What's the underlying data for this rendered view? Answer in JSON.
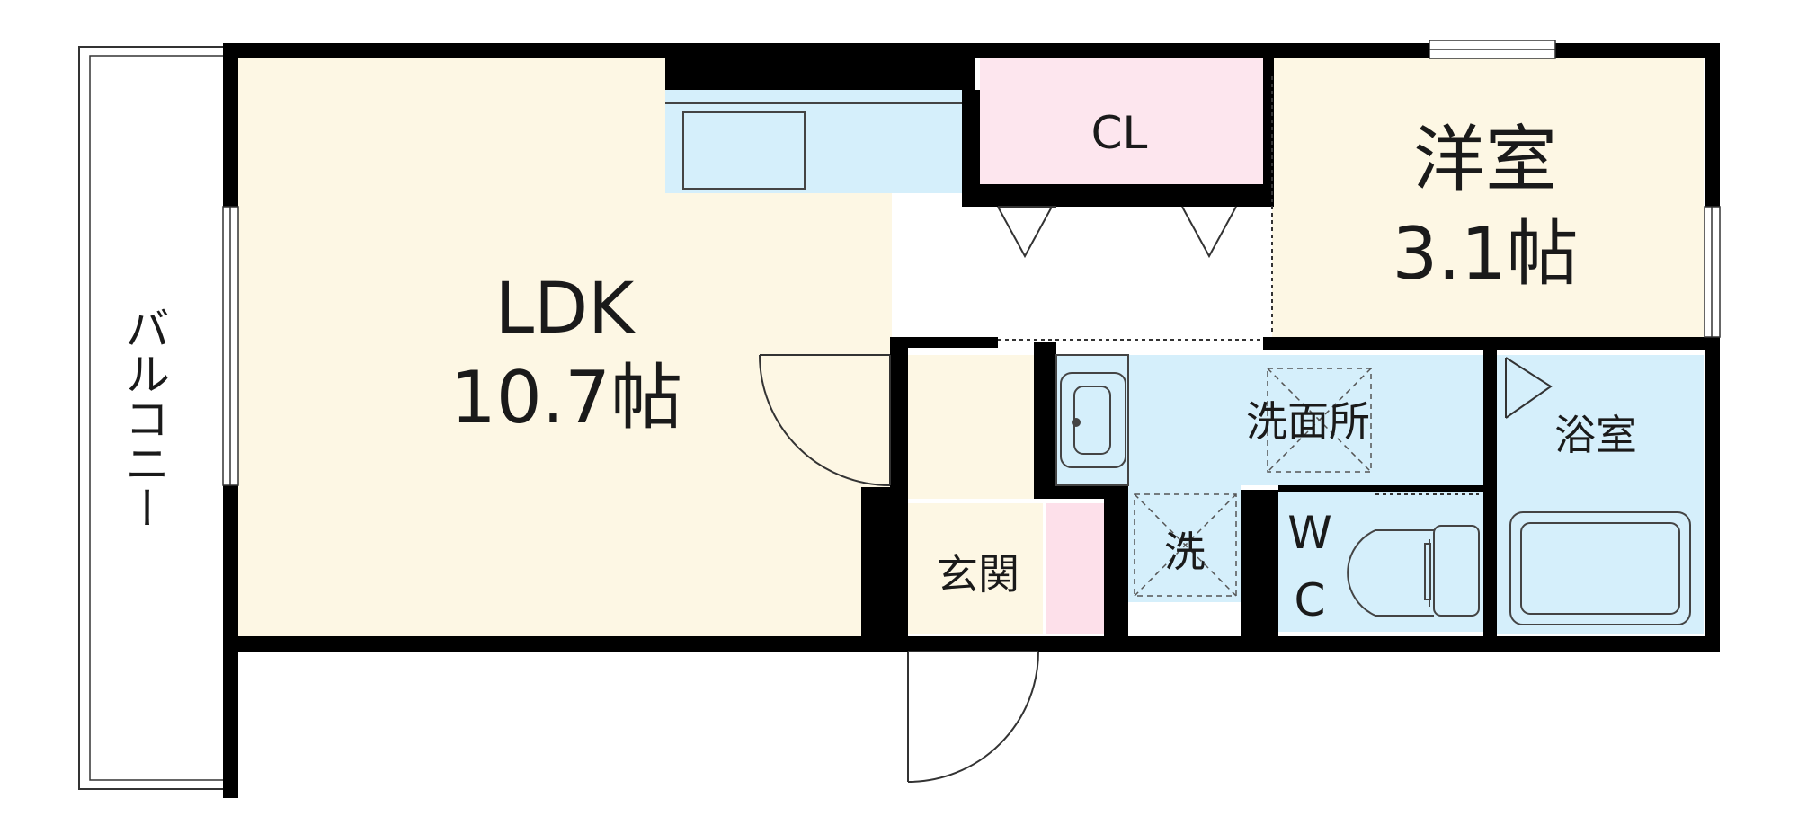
{
  "rooms": {
    "ldk": {
      "name": "LDK",
      "size": "10.7帖"
    },
    "western": {
      "name": "洋室",
      "size": "3.1帖"
    },
    "closet": {
      "name": "CL"
    },
    "washroom": {
      "name": "洗面所"
    },
    "washer": {
      "name": "洗"
    },
    "bath": {
      "name": "浴室"
    },
    "wc": {
      "line1": "W",
      "line2": "C"
    },
    "entrance": {
      "name": "玄関"
    },
    "balcony": {
      "name": "バルコニー"
    }
  },
  "colors": {
    "wall": "#000000",
    "room_floor": "#fdf7e4",
    "wet_area": "#d5effb",
    "closet": "#fde6ee",
    "shoe_box": "#fde0ea",
    "fixture_stroke": "#4a4a4a"
  }
}
